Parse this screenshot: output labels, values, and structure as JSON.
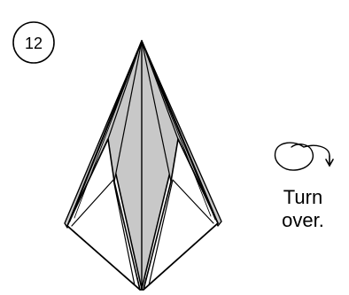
{
  "step": {
    "number": "12"
  },
  "instruction": {
    "line1": "Turn",
    "line2": "over."
  },
  "colors": {
    "paper_colored": "#c8c8c8",
    "paper_white": "#ffffff",
    "line": "#000000"
  },
  "icons": {
    "turn_over": "turn-over-arrow-icon"
  }
}
